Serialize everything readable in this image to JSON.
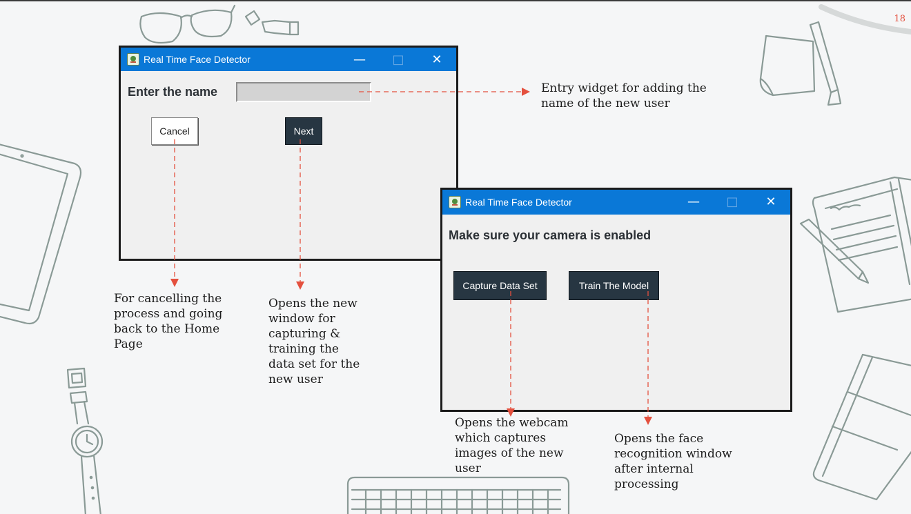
{
  "page_number": "18",
  "window_enter_name": {
    "title": "Real Time Face Detector",
    "label": "Enter the name",
    "input_value": "",
    "cancel_label": "Cancel",
    "next_label": "Next",
    "controls": {
      "minimize": "—",
      "maximize": "□",
      "close": "✕"
    }
  },
  "window_camera": {
    "title": "Real Time Face Detector",
    "label": "Make sure your camera is enabled",
    "capture_label": "Capture Data Set",
    "train_label": "Train The Model",
    "controls": {
      "minimize": "—",
      "maximize": "□",
      "close": "✕"
    }
  },
  "annotations": {
    "entry": "Entry widget for adding the\nname of the new user",
    "cancel": "For cancelling the\nprocess and going\nback to the Home\nPage",
    "next": "Opens the new\nwindow for\ncapturing &\ntraining the\ndata set for the\nnew user",
    "capture": "Opens the webcam\nwhich captures\nimages of the new\nuser",
    "train": "Opens the face\nrecognition window\nafter internal\nprocessing"
  },
  "colors": {
    "titlebar": "#0a78d7",
    "dark_button": "#273642",
    "arrow": "#e4503e"
  }
}
